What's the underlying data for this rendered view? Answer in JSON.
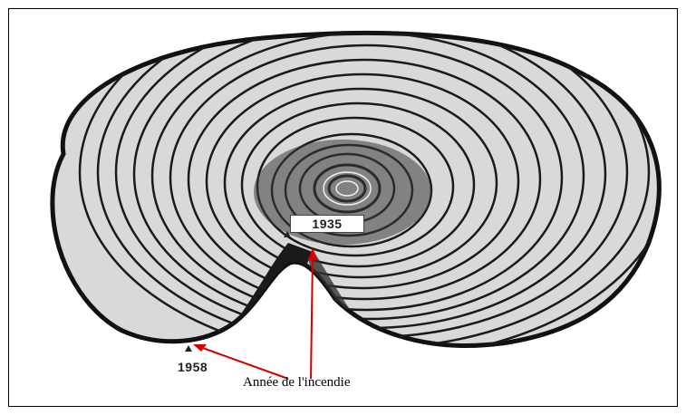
{
  "figure": {
    "labels": {
      "inner_year": "1935",
      "outer_year": "1958"
    },
    "caption": "Année de l'incendie",
    "colors": {
      "arrow": "#d40000",
      "wood_dark": "#1a1a1a",
      "wood_light": "#ffffff"
    }
  }
}
